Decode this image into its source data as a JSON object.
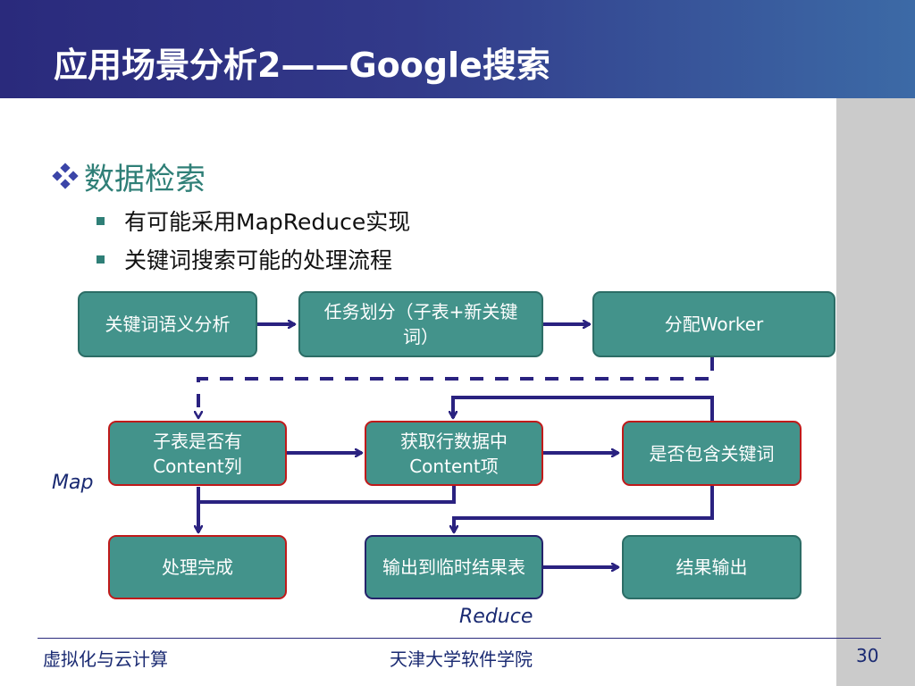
{
  "slide": {
    "title": "应用场景分析2——Google搜索",
    "bullet": "数据检索",
    "sub_bullets": [
      "有可能采用MapReduce实现",
      "关键词搜索可能的处理流程"
    ]
  },
  "diagram": {
    "nodes": {
      "n1": "关键词语义分析",
      "n2": "任务划分（子表+新关键词）",
      "n3": "分配Worker",
      "n4": "子表是否有Content列",
      "n5": "获取行数据中Content项",
      "n6": "是否包含关键词",
      "n7": "处理完成",
      "n8": "输出到临时结果表",
      "n9": "结果输出"
    },
    "labels": {
      "map": "Map",
      "reduce": "Reduce"
    }
  },
  "footer": {
    "left": "虚拟化与云计算",
    "center": "天津大学软件学院",
    "page": "30"
  },
  "colors": {
    "header": "#2a2a7c",
    "box_fill": "#43938b",
    "box_border_red": "#c01a1a",
    "box_border_navy": "#25236b",
    "arrow": "#2a2280",
    "accent_text": "#2f7f77"
  }
}
